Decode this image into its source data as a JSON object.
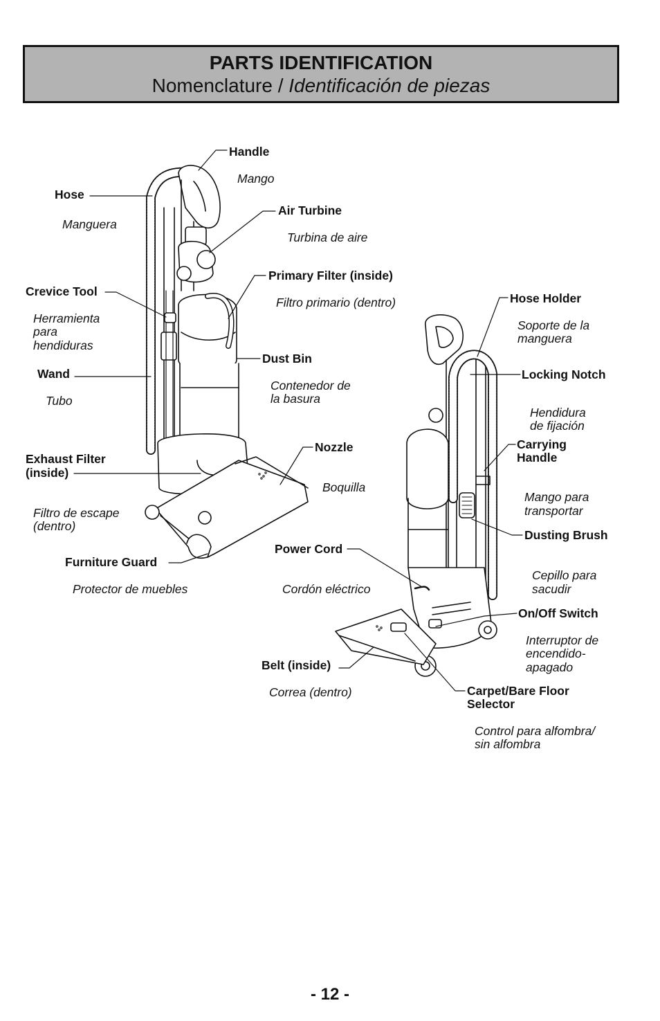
{
  "header": {
    "title": "PARTS IDENTIFICATION",
    "subtitle_plain": "Nomenclature / ",
    "subtitle_italic": "Identificación de piezas"
  },
  "parts": {
    "handle": {
      "en": "Handle",
      "es": "Mango"
    },
    "hose": {
      "en": "Hose",
      "es": "Manguera"
    },
    "air_turbine": {
      "en": "Air Turbine",
      "es": "Turbina de aire"
    },
    "primary_filter": {
      "en": "Primary Filter (inside)",
      "es": "Filtro primario (dentro)"
    },
    "crevice_tool": {
      "en": "Crevice Tool",
      "es_lines": [
        "Herramienta",
        "para",
        "hendiduras"
      ]
    },
    "dust_bin": {
      "en": "Dust Bin",
      "es_lines": [
        "Contenedor de",
        "la basura"
      ]
    },
    "wand": {
      "en": "Wand",
      "es": "Tubo"
    },
    "nozzle": {
      "en": "Nozzle",
      "es": "Boquilla"
    },
    "exhaust_filter": {
      "en_lines": [
        "Exhaust Filter",
        "(inside)"
      ],
      "es_lines": [
        "Filtro de escape",
        "(dentro)"
      ]
    },
    "furniture_guard": {
      "en": "Furniture Guard",
      "es": "Protector de muebles"
    },
    "power_cord": {
      "en": "Power Cord",
      "es": "Cordón eléctrico"
    },
    "belt": {
      "en": "Belt (inside)",
      "es": "Correa (dentro)"
    },
    "hose_holder": {
      "en": "Hose Holder",
      "es_lines": [
        "Soporte de la",
        "manguera"
      ]
    },
    "locking_notch": {
      "en": "Locking Notch",
      "es_lines": [
        "Hendidura",
        "de fijación"
      ]
    },
    "carrying_handle": {
      "en_lines": [
        "Carrying",
        "Handle"
      ],
      "es_lines": [
        "Mango para",
        "transportar"
      ]
    },
    "dusting_brush": {
      "en": "Dusting Brush",
      "es_lines": [
        "Cepillo para",
        "sacudir"
      ]
    },
    "onoff_switch": {
      "en": "On/Off Switch",
      "es_lines": [
        "Interruptor de",
        "encendido-",
        "apagado"
      ]
    },
    "carpet_selector": {
      "en_lines": [
        "Carpet/Bare Floor",
        "Selector"
      ],
      "es_lines": [
        "Control para alfombra/",
        "sin alfombra"
      ]
    }
  },
  "page_number": "- 12 -"
}
